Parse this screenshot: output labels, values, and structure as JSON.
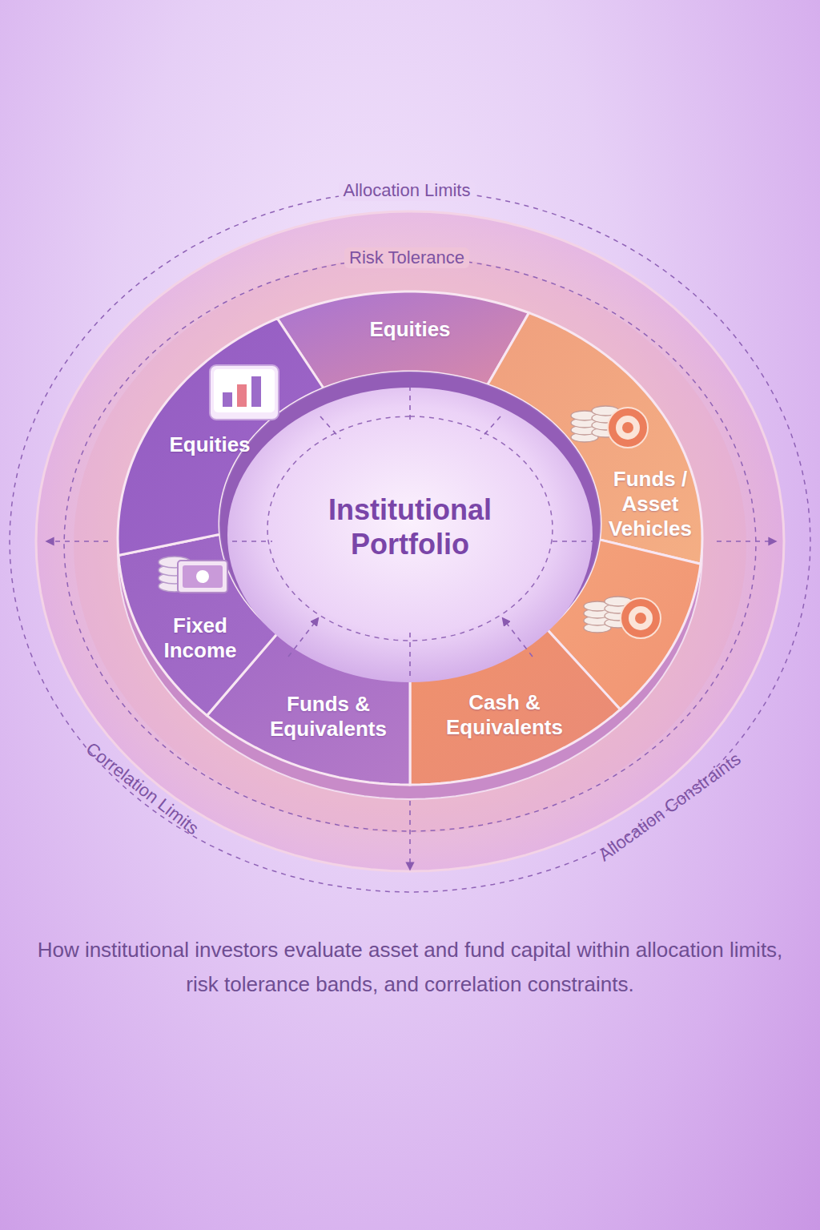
{
  "diagram": {
    "caption": "How institutional investors evaluate asset and fund capital within allocation limits, risk tolerance bands, and correlation constraints.",
    "nodes": [
      {
        "text": [
          "Equities"
        ]
      },
      {
        "text": [
          "Equities"
        ]
      },
      {
        "text": [
          "Funds / Asset Vehicles"
        ]
      },
      {
        "text": [
          "Institutional Portfolio"
        ]
      },
      {
        "text": [
          "Fixed Income"
        ]
      },
      {
        "text": [
          "Funds & Equivalents"
        ]
      },
      {
        "text": [
          "Cash & Equivalents"
        ]
      }
    ],
    "labels": [
      "Allocation Limits",
      "Risk Tolerance",
      "Correlation Limits",
      "Allocation Constraints"
    ]
  }
}
